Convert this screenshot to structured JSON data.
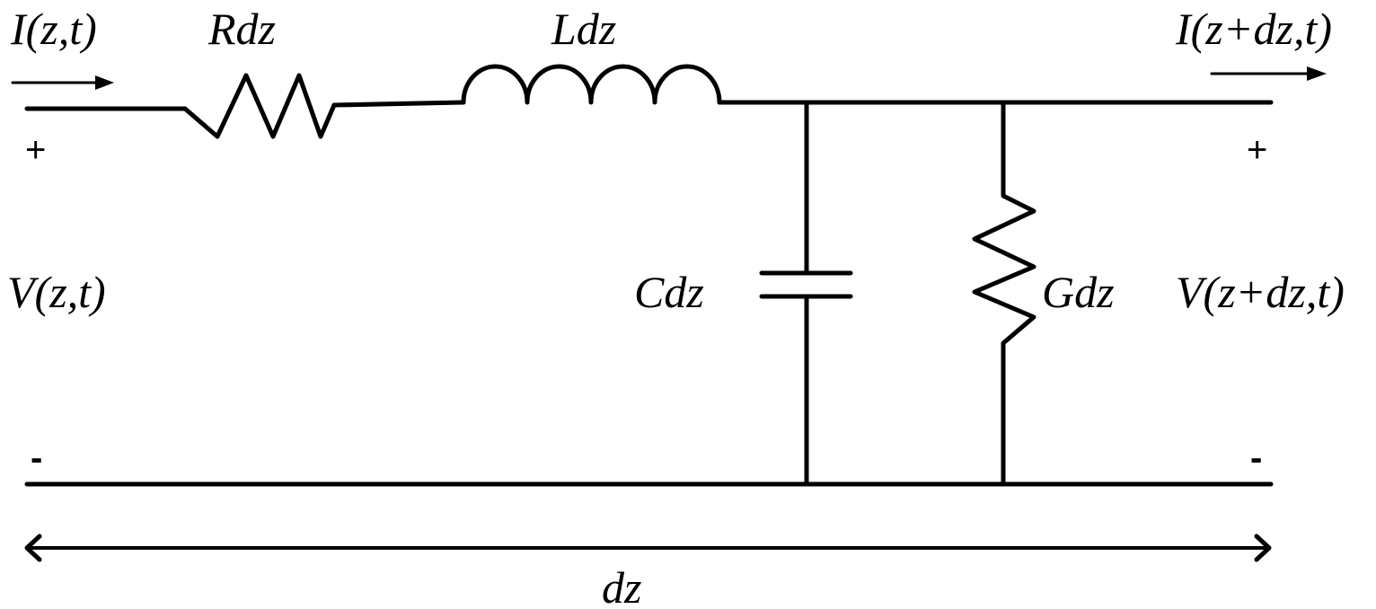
{
  "colors": {
    "line": "#000000",
    "background": "#ffffff"
  },
  "labels": {
    "current_in": "I(z,t)",
    "current_out": "I(z+dz,t)",
    "voltage_in": "V(z,t)",
    "voltage_out": "V(z+dz,t)",
    "resistor": "Rdz",
    "inductor": "Ldz",
    "capacitor": "Cdz",
    "conductance": "Gdz",
    "length": "dz",
    "plus_in": "+",
    "plus_out": "+",
    "minus_in": "-",
    "minus_out": "-"
  }
}
